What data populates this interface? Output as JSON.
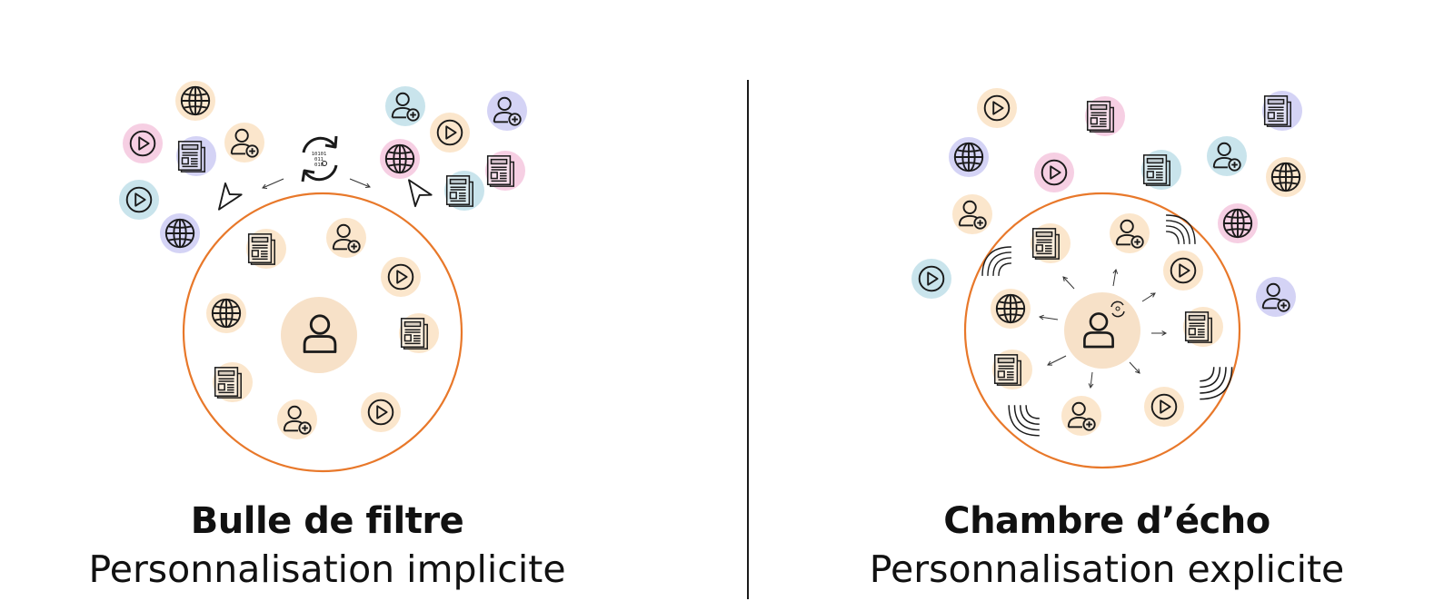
{
  "panels": [
    {
      "title": "Bulle de filtre",
      "subtitle": "Personnalisation implicite",
      "binary_text": [
        "10101",
        "011",
        "010"
      ]
    },
    {
      "title": "Chambre d’écho",
      "subtitle": "Personnalisation explicite"
    }
  ],
  "colors": {
    "ring": "#e8782a",
    "center": "#f7e1c8",
    "pink": "#f6cfe3",
    "blue": "#c9e4ec",
    "purple": "#d4d3f5",
    "peach": "#fbe6cc",
    "stroke": "#1a1a1a"
  },
  "icon_types": [
    "globe-icon",
    "play-icon",
    "newspaper-icon",
    "add-user-icon",
    "user-icon",
    "refresh-icon",
    "cursor-icon",
    "sound-wave-icon"
  ]
}
